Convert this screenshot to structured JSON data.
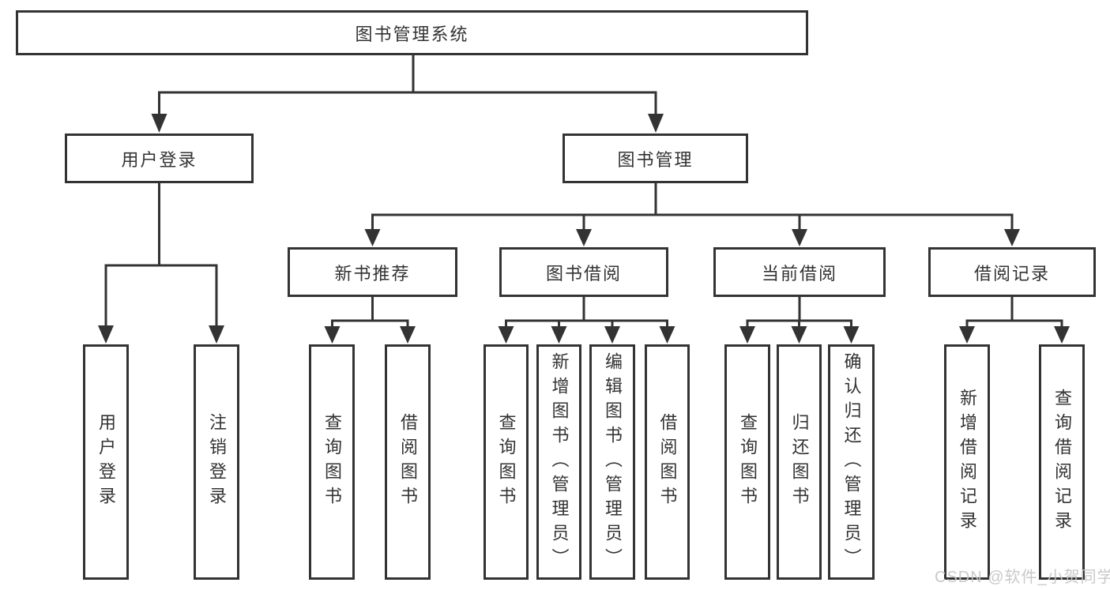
{
  "tree": {
    "root": "图书管理系统",
    "children": [
      {
        "label": "用户登录",
        "children": [
          "用户登录",
          "注销登录"
        ]
      },
      {
        "label": "图书管理",
        "children": [
          {
            "label": "新书推荐",
            "children": [
              "查询图书",
              "借阅图书"
            ]
          },
          {
            "label": "图书借阅",
            "children": [
              "查询图书",
              "新增图书（管理员）",
              "编辑图书（管理员）",
              "借阅图书"
            ]
          },
          {
            "label": "当前借阅",
            "children": [
              "查询图书",
              "归还图书",
              "确认归还（管理员）"
            ]
          },
          {
            "label": "借阅记录",
            "children": [
              "新增借阅记录",
              "查询借阅记录"
            ]
          }
        ]
      }
    ]
  },
  "watermark": "CSDN @软件_小贺同学",
  "colors": {
    "line": "#333333",
    "box_border": "#333333",
    "text": "#333333",
    "background": "#ffffff",
    "watermark": "#c6c6c6"
  }
}
